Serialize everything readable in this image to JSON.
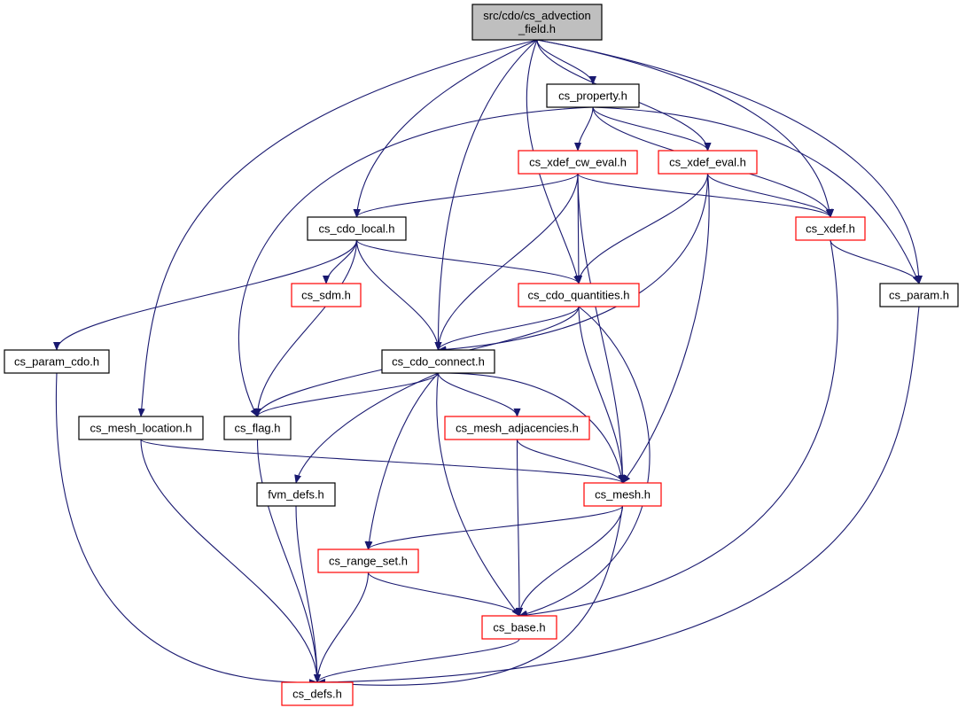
{
  "colors": {
    "edge": "#191970",
    "root_fill": "#bfbfbf",
    "node_fill": "#ffffff",
    "border_default": "#000000",
    "border_truncated": "#ff0000"
  },
  "nodes": [
    {
      "id": "root",
      "lines": [
        "src/cdo/cs_advection",
        "_field.h"
      ],
      "style": "root"
    },
    {
      "id": "cs_property",
      "lines": [
        "cs_property.h"
      ],
      "style": "black"
    },
    {
      "id": "cs_xdef_cw_eval",
      "lines": [
        "cs_xdef_cw_eval.h"
      ],
      "style": "red"
    },
    {
      "id": "cs_xdef_eval",
      "lines": [
        "cs_xdef_eval.h"
      ],
      "style": "red"
    },
    {
      "id": "cs_cdo_local",
      "lines": [
        "cs_cdo_local.h"
      ],
      "style": "black"
    },
    {
      "id": "cs_xdef",
      "lines": [
        "cs_xdef.h"
      ],
      "style": "red"
    },
    {
      "id": "cs_sdm",
      "lines": [
        "cs_sdm.h"
      ],
      "style": "red"
    },
    {
      "id": "cs_cdo_quantities",
      "lines": [
        "cs_cdo_quantities.h"
      ],
      "style": "red"
    },
    {
      "id": "cs_param",
      "lines": [
        "cs_param.h"
      ],
      "style": "black"
    },
    {
      "id": "cs_param_cdo",
      "lines": [
        "cs_param_cdo.h"
      ],
      "style": "black"
    },
    {
      "id": "cs_cdo_connect",
      "lines": [
        "cs_cdo_connect.h"
      ],
      "style": "black"
    },
    {
      "id": "cs_mesh_location",
      "lines": [
        "cs_mesh_location.h"
      ],
      "style": "black"
    },
    {
      "id": "cs_flag",
      "lines": [
        "cs_flag.h"
      ],
      "style": "black"
    },
    {
      "id": "cs_mesh_adjacencies",
      "lines": [
        "cs_mesh_adjacencies.h"
      ],
      "style": "red"
    },
    {
      "id": "fvm_defs",
      "lines": [
        "fvm_defs.h"
      ],
      "style": "black"
    },
    {
      "id": "cs_mesh",
      "lines": [
        "cs_mesh.h"
      ],
      "style": "red"
    },
    {
      "id": "cs_range_set",
      "lines": [
        "cs_range_set.h"
      ],
      "style": "red"
    },
    {
      "id": "cs_base",
      "lines": [
        "cs_base.h"
      ],
      "style": "red"
    },
    {
      "id": "cs_defs",
      "lines": [
        "cs_defs.h"
      ],
      "style": "red"
    }
  ],
  "edges": [
    [
      "root",
      "cs_property"
    ],
    [
      "root",
      "cs_xdef_eval"
    ],
    [
      "root",
      "cs_xdef"
    ],
    [
      "root",
      "cs_param"
    ],
    [
      "root",
      "cs_cdo_local"
    ],
    [
      "root",
      "cs_cdo_quantities"
    ],
    [
      "root",
      "cs_cdo_connect"
    ],
    [
      "root",
      "cs_mesh_location"
    ],
    [
      "cs_property",
      "cs_xdef_cw_eval"
    ],
    [
      "cs_property",
      "cs_xdef_eval"
    ],
    [
      "cs_property",
      "cs_xdef"
    ],
    [
      "cs_property",
      "cs_param"
    ],
    [
      "cs_property",
      "cs_flag"
    ],
    [
      "cs_xdef_cw_eval",
      "cs_cdo_local"
    ],
    [
      "cs_xdef_cw_eval",
      "cs_xdef"
    ],
    [
      "cs_xdef_cw_eval",
      "cs_cdo_quantities"
    ],
    [
      "cs_xdef_cw_eval",
      "cs_cdo_connect"
    ],
    [
      "cs_xdef_cw_eval",
      "cs_mesh"
    ],
    [
      "cs_xdef_eval",
      "cs_xdef"
    ],
    [
      "cs_xdef_eval",
      "cs_cdo_quantities"
    ],
    [
      "cs_xdef_eval",
      "cs_cdo_connect"
    ],
    [
      "cs_xdef_eval",
      "cs_mesh"
    ],
    [
      "cs_xdef",
      "cs_param"
    ],
    [
      "cs_xdef",
      "cs_base"
    ],
    [
      "cs_cdo_local",
      "cs_sdm"
    ],
    [
      "cs_cdo_local",
      "cs_cdo_quantities"
    ],
    [
      "cs_cdo_local",
      "cs_cdo_connect"
    ],
    [
      "cs_cdo_local",
      "cs_param_cdo"
    ],
    [
      "cs_cdo_local",
      "cs_flag"
    ],
    [
      "cs_cdo_quantities",
      "cs_cdo_connect"
    ],
    [
      "cs_cdo_quantities",
      "cs_flag"
    ],
    [
      "cs_cdo_quantities",
      "cs_mesh"
    ],
    [
      "cs_cdo_quantities",
      "cs_base"
    ],
    [
      "cs_param",
      "cs_defs"
    ],
    [
      "cs_param_cdo",
      "cs_defs"
    ],
    [
      "cs_cdo_connect",
      "cs_flag"
    ],
    [
      "cs_cdo_connect",
      "cs_mesh_adjacencies"
    ],
    [
      "cs_cdo_connect",
      "fvm_defs"
    ],
    [
      "cs_cdo_connect",
      "cs_range_set"
    ],
    [
      "cs_cdo_connect",
      "cs_base"
    ],
    [
      "cs_cdo_connect",
      "cs_mesh"
    ],
    [
      "cs_mesh_location",
      "cs_mesh"
    ],
    [
      "cs_mesh_location",
      "cs_defs"
    ],
    [
      "cs_flag",
      "cs_defs"
    ],
    [
      "cs_mesh_adjacencies",
      "cs_mesh"
    ],
    [
      "cs_mesh_adjacencies",
      "cs_base"
    ],
    [
      "fvm_defs",
      "cs_defs"
    ],
    [
      "cs_mesh",
      "cs_range_set"
    ],
    [
      "cs_mesh",
      "cs_base"
    ],
    [
      "cs_mesh",
      "cs_defs"
    ],
    [
      "cs_range_set",
      "cs_base"
    ],
    [
      "cs_range_set",
      "cs_defs"
    ],
    [
      "cs_base",
      "cs_defs"
    ]
  ]
}
